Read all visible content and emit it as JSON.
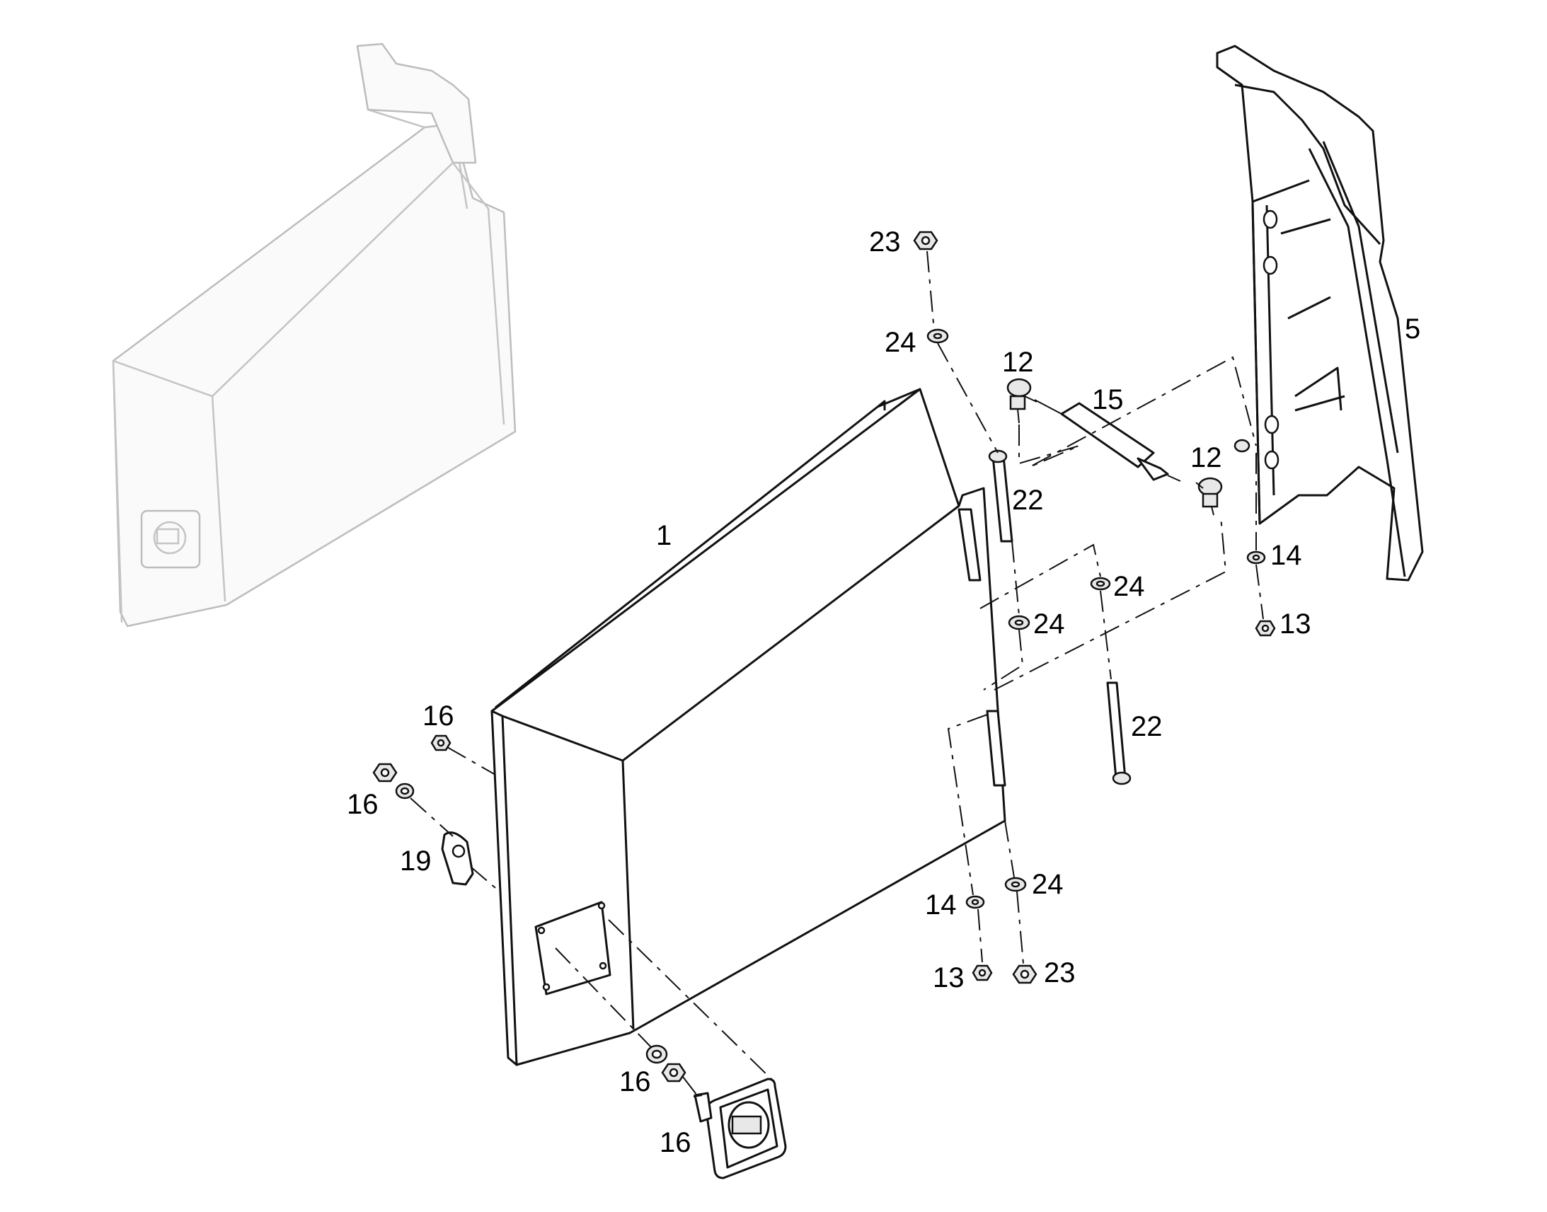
{
  "callouts": {
    "c1": "1",
    "c5": "5",
    "c12a": "12",
    "c12b": "12",
    "c13a": "13",
    "c13b": "13",
    "c14a": "14",
    "c14b": "14",
    "c15": "15",
    "c16a": "16",
    "c16b": "16",
    "c16c": "16",
    "c16d": "16",
    "c19": "19",
    "c22a": "22",
    "c22b": "22",
    "c23a": "23",
    "c23b": "23",
    "c24a": "24",
    "c24b": "24",
    "c24c": "24",
    "c24d": "24"
  }
}
